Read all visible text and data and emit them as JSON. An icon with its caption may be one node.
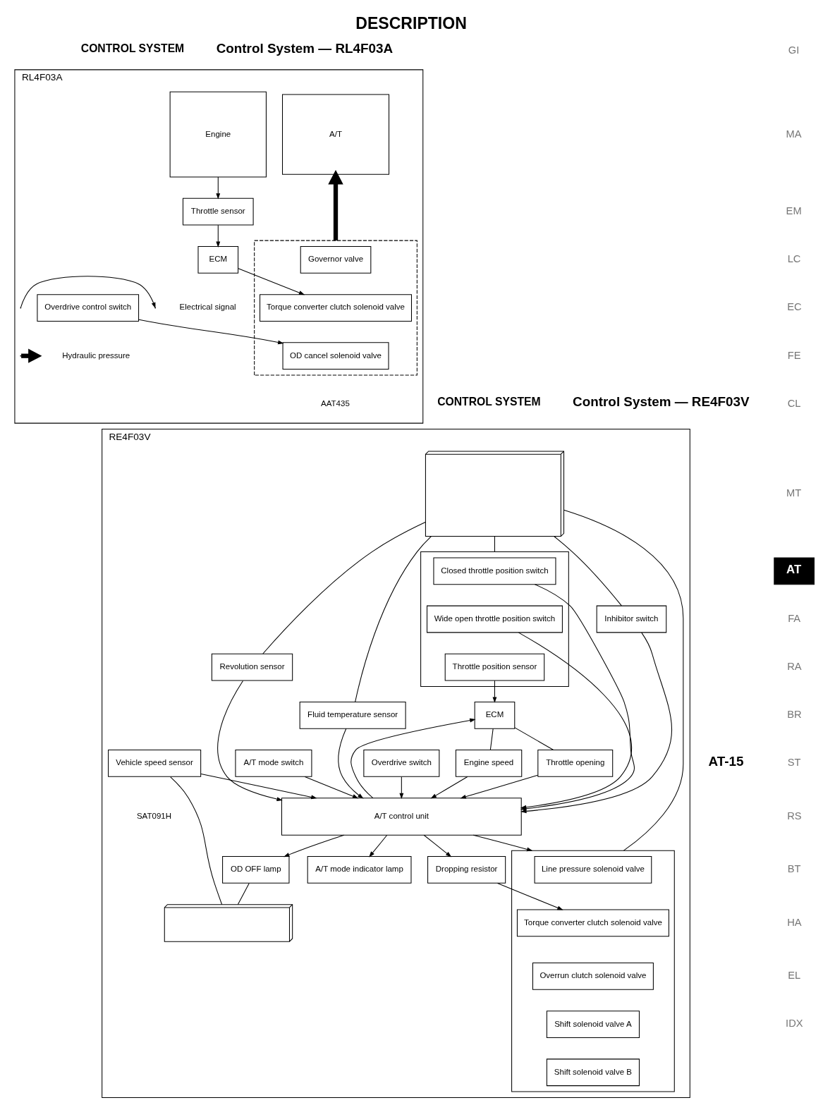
{
  "diagram": {
    "title": "DESCRIPTION",
    "nodes": [
      {
        "text": [
          "RL4F03A"
        ]
      },
      {
        "text": [
          "Engine"
        ],
        "in": 0
      },
      {
        "text": [
          "A/T"
        ],
        "in": 0
      },
      {
        "text": [
          "Throttle sensor"
        ],
        "in": 0
      },
      {
        "text": [
          "ECM"
        ],
        "in": 0
      },
      {
        "text": [
          "Overdrive control switch"
        ],
        "in": 0
      },
      {
        "text": [],
        "shape": "box",
        "in": 0
      },
      {
        "text": [
          "Governor valve"
        ],
        "in": 6
      },
      {
        "text": [
          "Torque converter clutch solenoid valve"
        ],
        "in": 6
      },
      {
        "text": [
          "OD cancel solenoid valve"
        ],
        "in": 6
      },
      {
        "text": [
          "RE4F03V"
        ]
      },
      {
        "text": [],
        "shape": "picture",
        "in": 10
      },
      {
        "text": [],
        "shape": "box",
        "in": 10
      },
      {
        "text": [
          "Closed throttle position switch"
        ],
        "in": 12
      },
      {
        "text": [
          "Wide open throttle position switch"
        ],
        "in": 12
      },
      {
        "text": [
          "Throttle position sensor"
        ],
        "in": 12
      },
      {
        "text": [
          "Inhibitor switch"
        ],
        "in": 10
      },
      {
        "text": [],
        "shape": "box",
        "in": 10
      },
      {
        "text": [
          "Line pressure solenoid valve"
        ],
        "in": 17
      },
      {
        "text": [
          "Torque converter clutch solenoid valve"
        ],
        "in": 17
      },
      {
        "text": [
          "Overrun clutch solenoid valve"
        ],
        "in": 17
      },
      {
        "text": [
          "Shift solenoid valve A"
        ],
        "in": 17
      },
      {
        "text": [
          "Shift solenoid valve B"
        ],
        "in": 17
      },
      {
        "text": [
          "Revolution sensor"
        ],
        "in": 10
      },
      {
        "text": [
          "Fluid temperature sensor"
        ],
        "in": 10
      },
      {
        "text": [
          "Dropping resistor"
        ],
        "in": 10
      },
      {
        "text": [
          "Overdrive switch"
        ],
        "in": 10
      },
      {
        "text": [
          "Engine speed"
        ],
        "in": 10
      },
      {
        "text": [
          "A/T control unit"
        ],
        "in": 10
      },
      {
        "text": [
          "A/T mode switch"
        ],
        "in": 10
      },
      {
        "text": [
          "Throttle opening"
        ],
        "in": 10
      },
      {
        "text": [
          "ECM"
        ],
        "in": 10
      },
      {
        "text": [
          "A/T mode indicator lamp"
        ],
        "in": 10
      },
      {
        "text": [
          "OD OFF lamp"
        ],
        "in": 10
      },
      {
        "text": [
          "Vehicle speed sensor"
        ],
        "in": 10
      },
      {
        "text": [],
        "shape": "picture",
        "in": 10
      }
    ],
    "edges": [
      {
        "from": 1,
        "to": 3,
        "arrow": "to"
      },
      {
        "from": 3,
        "to": 4,
        "arrow": "to"
      },
      {
        "from": 4,
        "to": 8,
        "arrow": "to"
      },
      {
        "from": 5,
        "to": 9,
        "arrow": "to"
      },
      {
        "from": 6,
        "to": 2,
        "arrow": "to",
        "style": "thick"
      },
      {
        "from": 11,
        "to": 12,
        "arrow": "none"
      },
      {
        "from": 11,
        "to": 16,
        "arrow": "none"
      },
      {
        "from": 11,
        "to": 17,
        "arrow": "none"
      },
      {
        "from": 11,
        "to": 24,
        "arrow": "none"
      },
      {
        "from": 11,
        "to": 23,
        "arrow": "none"
      },
      {
        "from": 13,
        "to": 28,
        "arrow": "to"
      },
      {
        "from": 14,
        "to": 28,
        "arrow": "to"
      },
      {
        "from": 16,
        "to": 28,
        "arrow": "to"
      },
      {
        "from": 28,
        "to": 17,
        "arrow": "to"
      },
      {
        "from": 28,
        "to": 25,
        "arrow": "to"
      },
      {
        "from": 25,
        "to": 19,
        "arrow": "to"
      },
      {
        "from": 23,
        "to": 28,
        "arrow": "to"
      },
      {
        "from": 24,
        "to": 28,
        "arrow": "to"
      },
      {
        "from": 26,
        "to": 28,
        "arrow": "to"
      },
      {
        "from": 29,
        "to": 28,
        "arrow": "to"
      },
      {
        "from": 15,
        "to": 31,
        "arrow": "to"
      },
      {
        "from": 31,
        "to": 27,
        "arrow": "none"
      },
      {
        "from": 27,
        "to": 28,
        "arrow": "to"
      },
      {
        "from": 31,
        "to": 30,
        "arrow": "none"
      },
      {
        "from": 30,
        "to": 28,
        "arrow": "to"
      },
      {
        "from": 28,
        "to": 31,
        "arrow": "to"
      },
      {
        "from": 28,
        "to": 32,
        "arrow": "to"
      },
      {
        "from": 28,
        "to": 33,
        "arrow": "to"
      },
      {
        "from": 34,
        "to": 28,
        "arrow": "to"
      },
      {
        "from": 33,
        "to": 35,
        "arrow": "none"
      },
      {
        "from": 34,
        "to": 35,
        "arrow": "none"
      }
    ],
    "labels": [
      "CONTROL SYSTEM",
      "Control System — RL4F03A",
      "AAT435",
      "CONTROL SYSTEM",
      "Control System — RE4F03V",
      "SAT091H",
      "AT-15",
      "GI",
      "MA",
      "EM",
      "LC",
      "EC",
      "FE",
      "CL",
      "MT",
      "AT",
      "FA",
      "RA",
      "BR",
      "ST",
      "RS",
      "BT",
      "HA",
      "EL",
      "IDX"
    ],
    "legend": [
      {
        "text": "Electrical signal"
      },
      {
        "text": "Hydraulic pressure"
      }
    ]
  }
}
